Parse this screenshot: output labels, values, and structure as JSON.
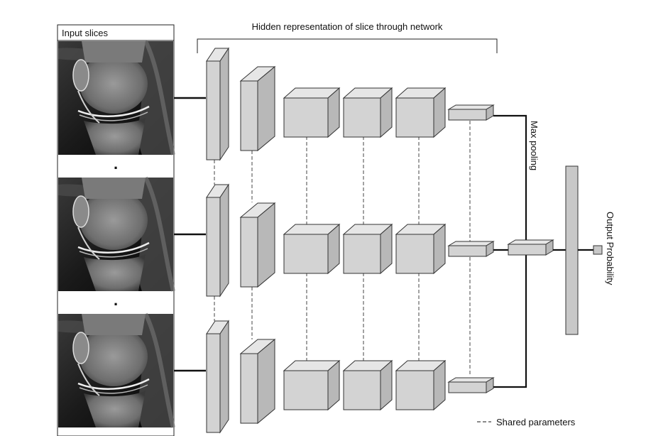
{
  "title": "Hidden representation of slice through network",
  "input_label": "Input slices",
  "ellipsis": ".",
  "max_pooling_label": "Max pooling",
  "output_label": "Output Probability",
  "legend_label": "Shared parameters",
  "colors": {
    "block_front": "#d3d3d3",
    "block_top": "#e6e6e6",
    "block_side": "#b8b8b8",
    "line": "#111111",
    "dash": "#444444"
  },
  "slices": [
    {
      "name": "slice-top"
    },
    {
      "name": "slice-middle"
    },
    {
      "name": "slice-bottom"
    }
  ]
}
